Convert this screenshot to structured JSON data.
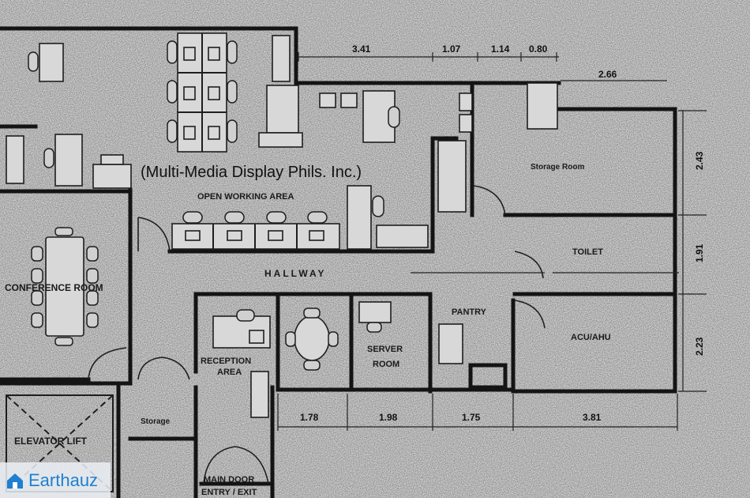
{
  "plan": {
    "company": "(Multi-Media Display Phils. Inc.)",
    "rooms": {
      "open_working_area": "OPEN WORKING AREA",
      "storage_room": "Storage Room",
      "toilet": "TOILET",
      "hallway": "HALLWAY",
      "conference_room": "CONFERENCE ROOM",
      "pantry": "PANTRY",
      "acu_ahu": "ACU/AHU",
      "reception_line1": "RECEPTION",
      "reception_line2": "AREA",
      "server_line1": "SERVER",
      "server_line2": "ROOM",
      "storage": "Storage",
      "elevator": "ELEVATOR LIFT",
      "main_door_line1": "MAIN DOOR",
      "main_door_line2": "ENTRY / EXIT"
    },
    "dimensions": {
      "top_1": "3.41",
      "top_2": "1.07",
      "top_3": "1.14",
      "top_4": "0.80",
      "top_5": "2.66",
      "right_1": "2.43",
      "right_2": "1.91",
      "right_3": "2.23",
      "bottom_1": "1.78",
      "bottom_2": "1.98",
      "bottom_3": "1.75",
      "bottom_4": "3.81"
    }
  },
  "watermark": {
    "brand": "Earthauz",
    "icon": "house-logo-icon",
    "color": "#1f7fd1"
  }
}
